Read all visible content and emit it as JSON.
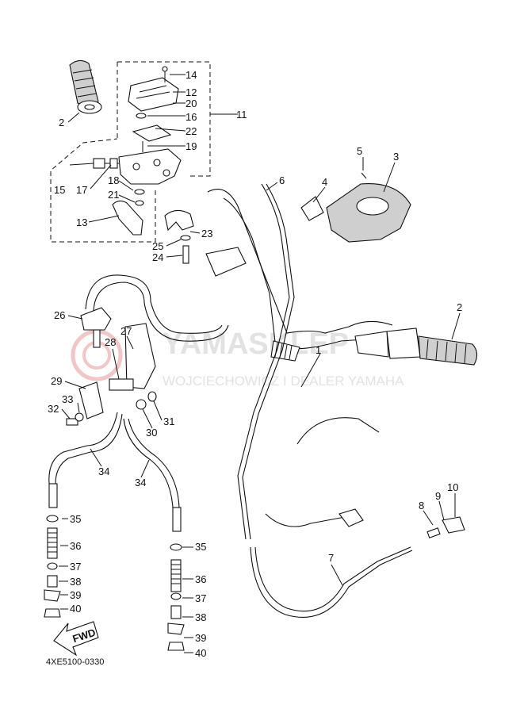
{
  "watermark": {
    "brand": "YAMASKLEP",
    "dealer": "WOJCIECHOWICZ I DEALER YAMAHA"
  },
  "diagram_code": "4XE5100-0330",
  "fwd_label": "FWD",
  "parts": [
    {
      "ref": "1"
    },
    {
      "ref": "2"
    },
    {
      "ref": "2"
    },
    {
      "ref": "3"
    },
    {
      "ref": "4"
    },
    {
      "ref": "5"
    },
    {
      "ref": "6"
    },
    {
      "ref": "7"
    },
    {
      "ref": "8"
    },
    {
      "ref": "9"
    },
    {
      "ref": "10"
    },
    {
      "ref": "11"
    },
    {
      "ref": "12"
    },
    {
      "ref": "13"
    },
    {
      "ref": "14"
    },
    {
      "ref": "15"
    },
    {
      "ref": "16"
    },
    {
      "ref": "17"
    },
    {
      "ref": "18"
    },
    {
      "ref": "19"
    },
    {
      "ref": "20"
    },
    {
      "ref": "21"
    },
    {
      "ref": "22"
    },
    {
      "ref": "23"
    },
    {
      "ref": "24"
    },
    {
      "ref": "25"
    },
    {
      "ref": "26"
    },
    {
      "ref": "27"
    },
    {
      "ref": "28"
    },
    {
      "ref": "29"
    },
    {
      "ref": "30"
    },
    {
      "ref": "31"
    },
    {
      "ref": "32"
    },
    {
      "ref": "33"
    },
    {
      "ref": "34"
    },
    {
      "ref": "34"
    },
    {
      "ref": "35"
    },
    {
      "ref": "35"
    },
    {
      "ref": "36"
    },
    {
      "ref": "36"
    },
    {
      "ref": "37"
    },
    {
      "ref": "37"
    },
    {
      "ref": "38"
    },
    {
      "ref": "38"
    },
    {
      "ref": "39"
    },
    {
      "ref": "39"
    },
    {
      "ref": "40"
    },
    {
      "ref": "40"
    }
  ]
}
